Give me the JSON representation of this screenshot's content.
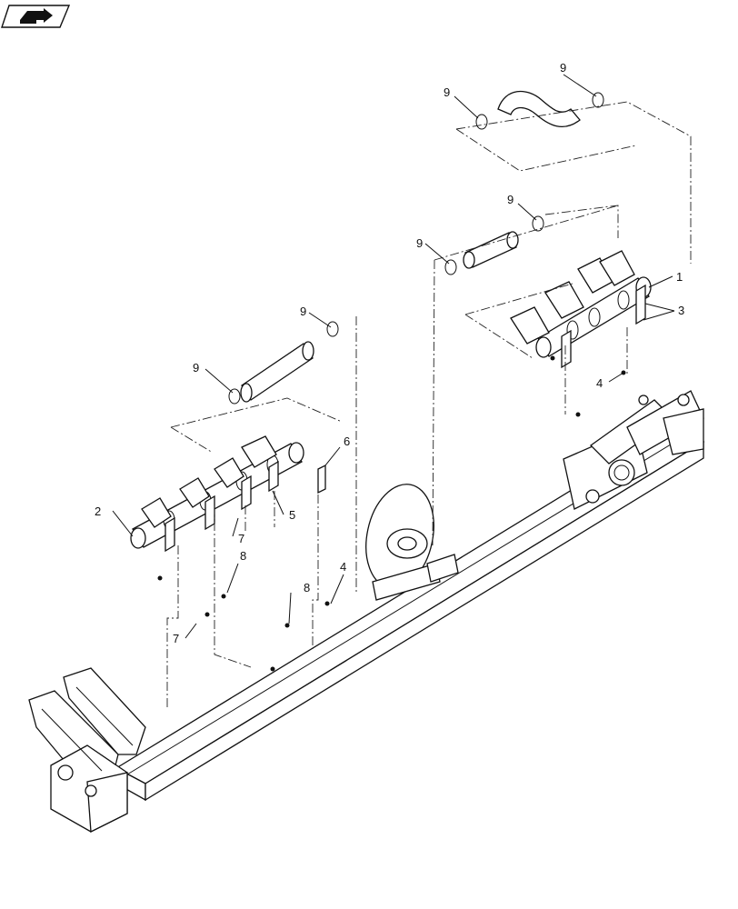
{
  "toolbar": {
    "icon": "view-icon"
  },
  "callouts": [
    {
      "id": "c1",
      "label": "1"
    },
    {
      "id": "c2",
      "label": "2"
    },
    {
      "id": "c3",
      "label": "3"
    },
    {
      "id": "c4a",
      "label": "4"
    },
    {
      "id": "c4b",
      "label": "4"
    },
    {
      "id": "c5",
      "label": "5"
    },
    {
      "id": "c6",
      "label": "6"
    },
    {
      "id": "c7a",
      "label": "7"
    },
    {
      "id": "c7b",
      "label": "7"
    },
    {
      "id": "c8a",
      "label": "8"
    },
    {
      "id": "c8b",
      "label": "8"
    },
    {
      "id": "c9a",
      "label": "9"
    },
    {
      "id": "c9b",
      "label": "9"
    },
    {
      "id": "c9c",
      "label": "9"
    },
    {
      "id": "c9d",
      "label": "9"
    },
    {
      "id": "c9e",
      "label": "9"
    },
    {
      "id": "c9f",
      "label": "9"
    }
  ]
}
